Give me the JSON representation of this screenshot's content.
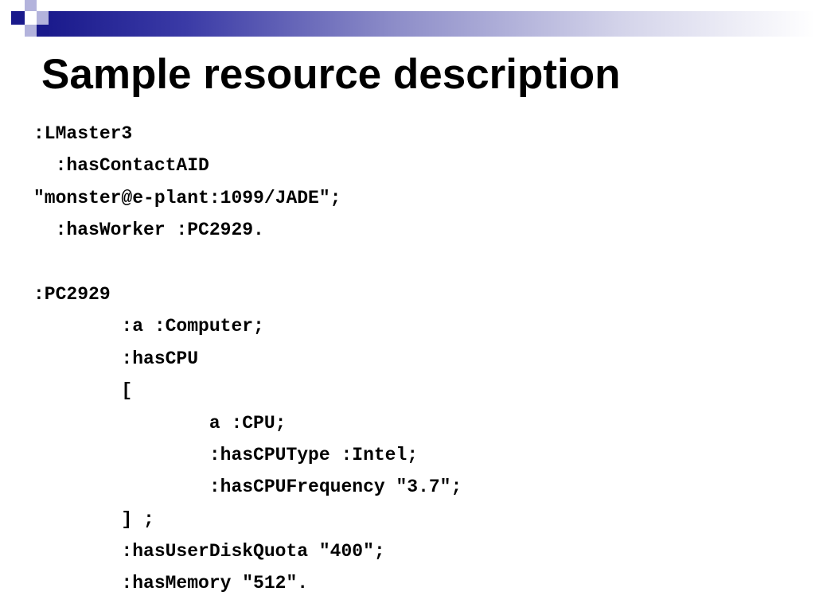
{
  "slide": {
    "title": "Sample resource description",
    "code_lines": [
      ":LMaster3",
      "  :hasContactAID",
      "\"monster@e-plant:1099/JADE\";",
      "  :hasWorker :PC2929.",
      "",
      ":PC2929",
      "        :a :Computer;",
      "        :hasCPU",
      "        [",
      "                a :CPU;",
      "                :hasCPUType :Intel;",
      "                :hasCPUFrequency \"3.7\";",
      "        ] ;",
      "        :hasUserDiskQuota \"400\";",
      "        :hasMemory \"512\"."
    ]
  },
  "colors": {
    "accent_navy": "#1a1a8c",
    "accent_lavender": "#b3b3dc"
  }
}
